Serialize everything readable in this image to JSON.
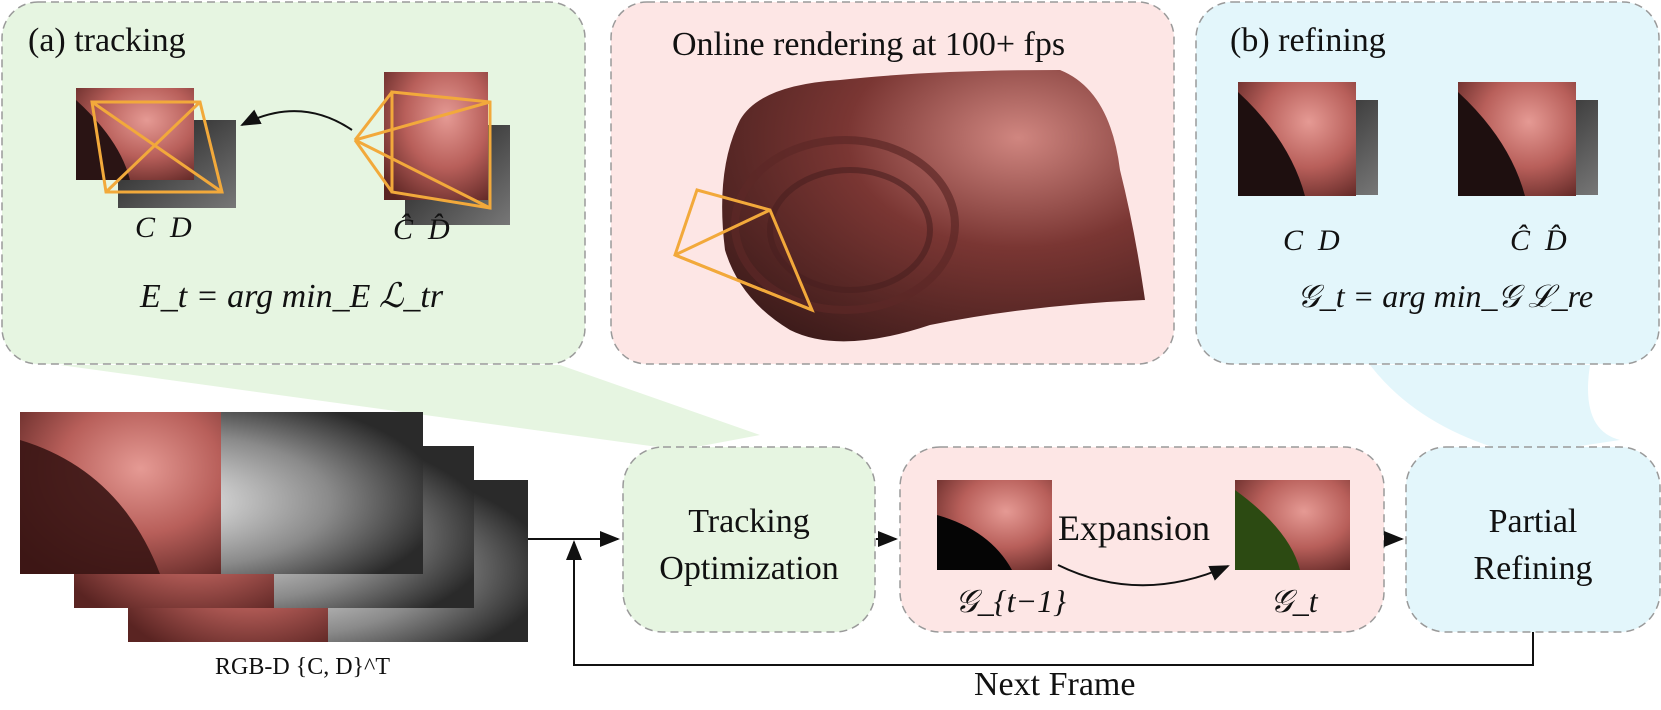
{
  "colors": {
    "green_panel": "#e6f5e1",
    "pink_panel": "#fde6e5",
    "blue_panel": "#e3f6fb",
    "border": "#9a9a9a",
    "camera_orange": "#f2a93b",
    "tissue": "#c9706e"
  },
  "panels": {
    "tracking": {
      "title": "(a) tracking",
      "frames_left_label": "C  D",
      "frames_right_label": "Ĉ  D̂",
      "equation": "E_t = arg min_E ℒ_tr"
    },
    "rendering": {
      "title": "Online rendering at 100+ fps"
    },
    "refining": {
      "title": "(b) refining",
      "frames_left_label": "C  D",
      "frames_right_label": "Ĉ  D̂",
      "equation": "𝒢_t = arg min_𝒢 ℒ_re"
    }
  },
  "input": {
    "label": "RGB-D {C, D}^T"
  },
  "pipeline": {
    "tracking_box": [
      "Tracking",
      "Optimization"
    ],
    "expansion_label": "Expansion",
    "g_prev_label": "𝒢_{t−1}",
    "g_curr_label": "𝒢_t",
    "refining_box": [
      "Partial",
      "Refining"
    ],
    "loop_label": "Next Frame"
  }
}
